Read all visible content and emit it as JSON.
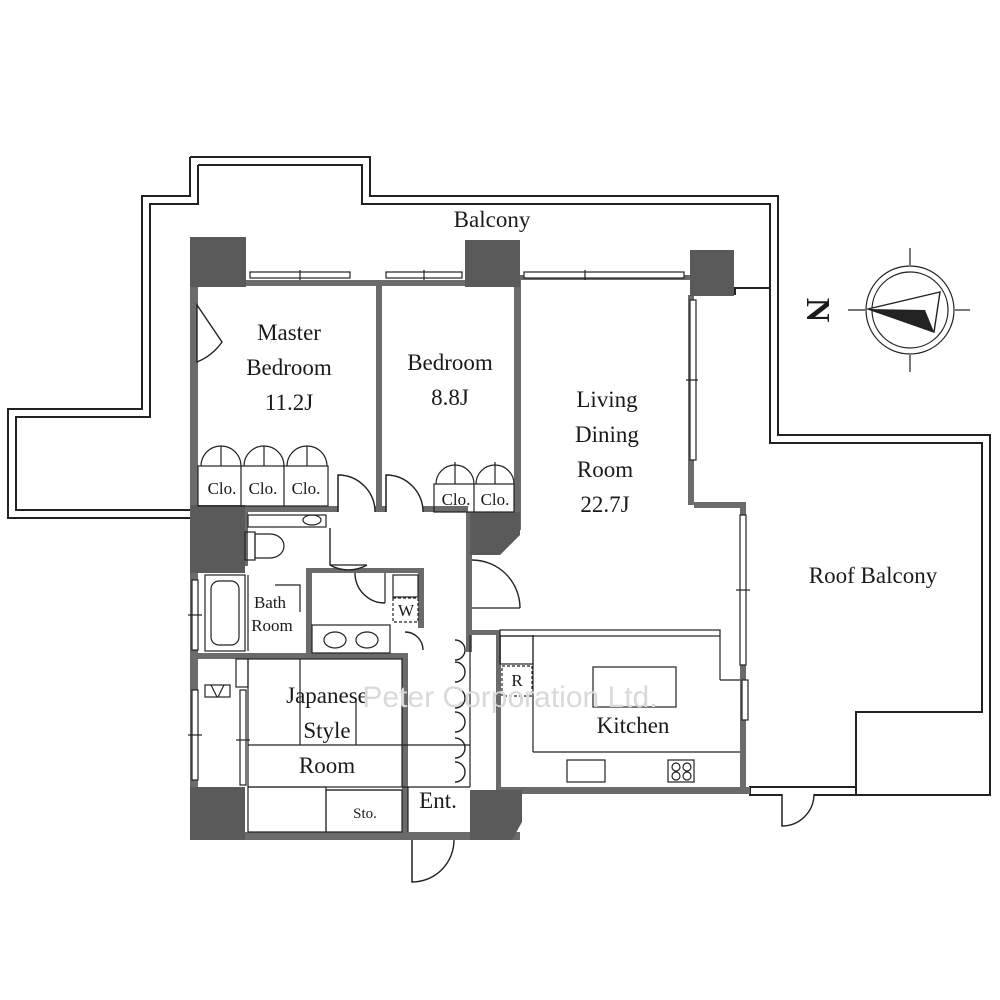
{
  "labels": {
    "balcony": "Balcony",
    "master_bedroom": [
      "Master",
      "Bedroom",
      "11.2J"
    ],
    "bedroom": [
      "Bedroom",
      "8.8J"
    ],
    "living": [
      "Living",
      "Dining",
      "Room",
      "22.7J"
    ],
    "roof_balcony": "Roof Balcony",
    "kitchen": "Kitchen",
    "japanese": [
      "Japanese",
      "Style",
      "Room"
    ],
    "bath": [
      "Bath",
      "Room"
    ],
    "entrance": "Ent.",
    "storage": "Sto.",
    "closet": "Clo.",
    "washer": "W",
    "fridge": "R",
    "north": "N"
  },
  "watermark": "Peter Corporation Ltd.",
  "colors": {
    "wall": "#6b6b6b",
    "column": "#5a5a5a",
    "line": "#222222",
    "background": "#ffffff"
  }
}
